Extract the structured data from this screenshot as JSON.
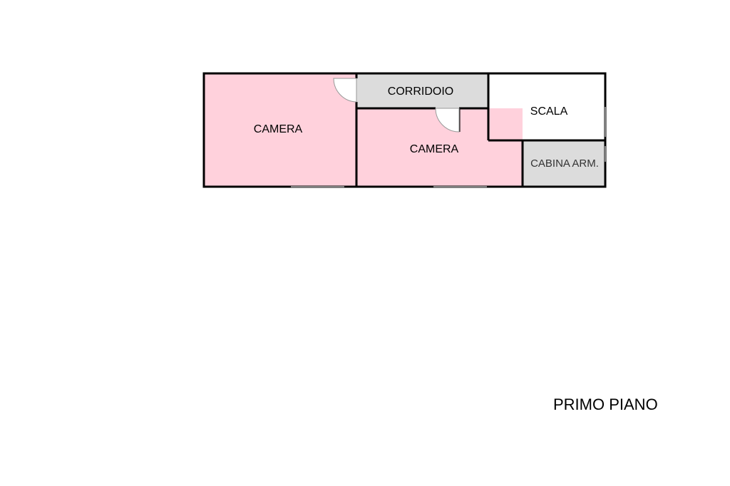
{
  "floor_label": "PRIMO PIANO",
  "rooms": {
    "camera_left": "CAMERA",
    "corridoio": "CORRIDOIO",
    "scala": "SCALA",
    "camera_center": "CAMERA",
    "cabina_arm": "CABINA ARM."
  },
  "colors": {
    "camera": "#ffd1dc",
    "service": "#dcdcdc",
    "stair": "#ffffff",
    "wall": "#000000"
  }
}
